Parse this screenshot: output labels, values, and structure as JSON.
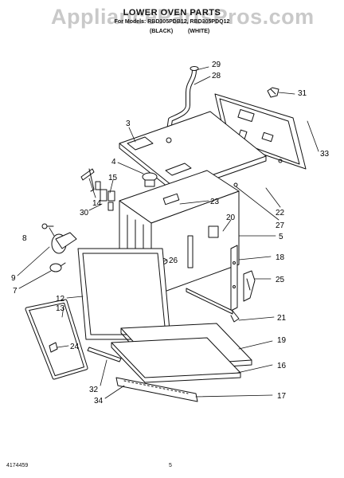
{
  "header": {
    "watermark": "AppliancePartsPros.com",
    "title": "LOWER OVEN PARTS",
    "subtitle": "For Models: RBD305PDB12, RBD305PDQ12",
    "variant_black": "(BLACK)",
    "variant_white": "(WHITE)"
  },
  "callouts": [
    "29",
    "28",
    "31",
    "3",
    "33",
    "4",
    "15",
    "14",
    "23",
    "22",
    "30",
    "27",
    "20",
    "8",
    "5",
    "18",
    "26",
    "9",
    "25",
    "7",
    "12",
    "13",
    "21",
    "24",
    "19",
    "16",
    "32",
    "34",
    "17"
  ],
  "footer": {
    "doc_number": "4174459",
    "page_number": "5"
  }
}
